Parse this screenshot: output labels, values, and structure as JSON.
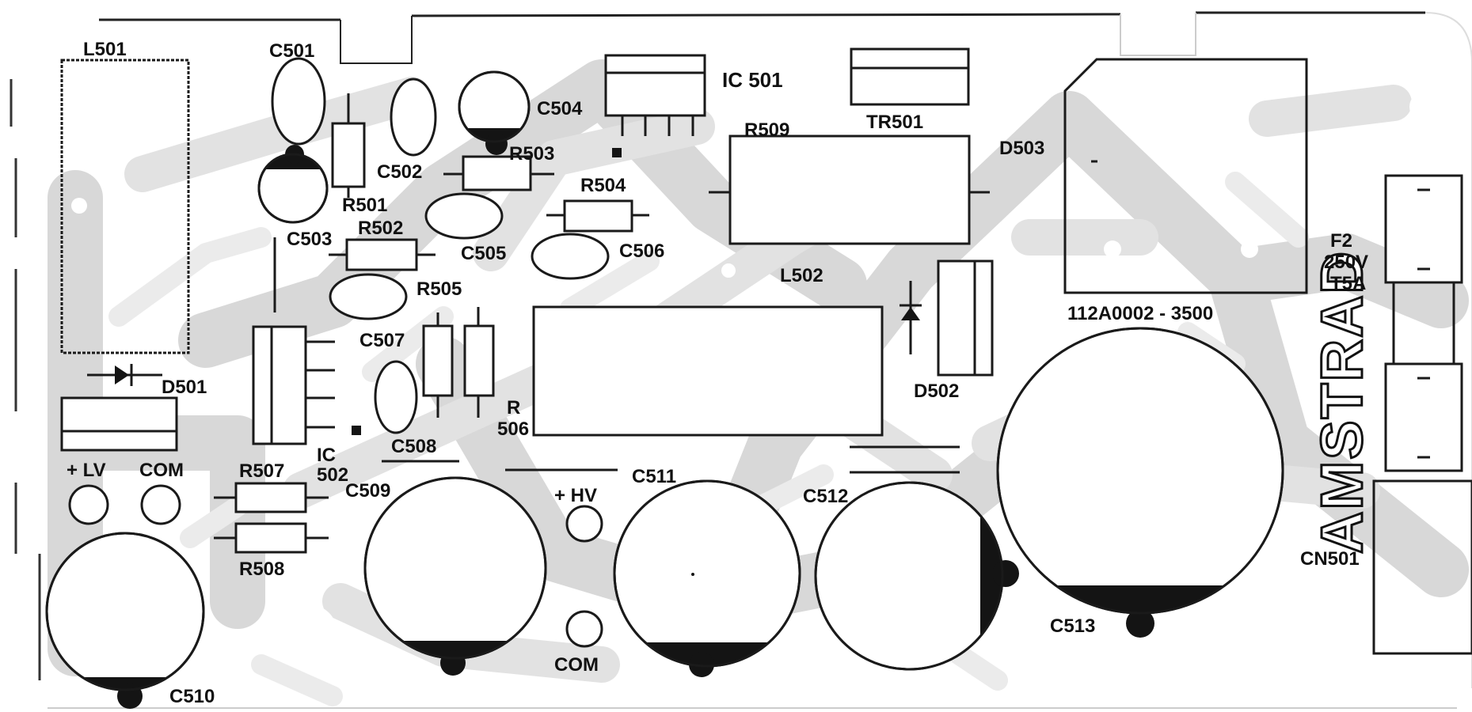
{
  "colors": {
    "board": "#ffffff",
    "trace": "#d6d6d6",
    "ink": "#141414"
  },
  "components": {
    "l501": "L501",
    "c501": "C501",
    "c502": "C502",
    "c503": "C503",
    "c504": "C504",
    "c505": "C505",
    "c506": "C506",
    "c507": "C507",
    "c508": "C508",
    "c509": "C509",
    "c510": "C510",
    "c511": "C511",
    "c512": "C512",
    "c513": "C513",
    "r501": "R501",
    "r502": "R502",
    "r503": "R503",
    "r504": "R504",
    "r505": "R505",
    "r506_top": "R",
    "r506_bottom": "506",
    "r507": "R507",
    "r508": "R508",
    "r509": "R509",
    "ic501": "IC 501",
    "ic502_top": "IC",
    "ic502_bottom": "502",
    "tr501": "TR501",
    "d501": "D501",
    "d502": "D502",
    "d503": "D503",
    "l502": "L502",
    "cn501": "CN501",
    "f2_line1": "F2",
    "f2_line2": "250V",
    "f2_line3": "T5A"
  },
  "terminals": {
    "plus_lv": "+ LV",
    "com_lv": "COM",
    "plus_hv": "+ HV",
    "com_hv": "COM"
  },
  "board_info": {
    "part_number": "112A0002 - 3500",
    "brand": "AMSTRAD"
  }
}
